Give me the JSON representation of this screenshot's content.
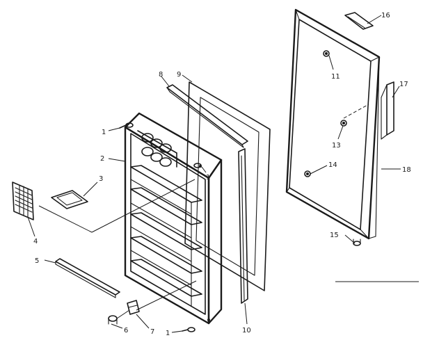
{
  "callouts": {
    "c1a": "1",
    "c1b": "1",
    "c1c": "1",
    "c2": "2",
    "c3": "3",
    "c4": "4",
    "c5": "5",
    "c6": "6",
    "c7": "7",
    "c8": "8",
    "c9": "9",
    "c10": "10",
    "c11": "11",
    "c13": "13",
    "c14": "14",
    "c15": "15",
    "c16": "16",
    "c17": "17",
    "c18": "18"
  }
}
